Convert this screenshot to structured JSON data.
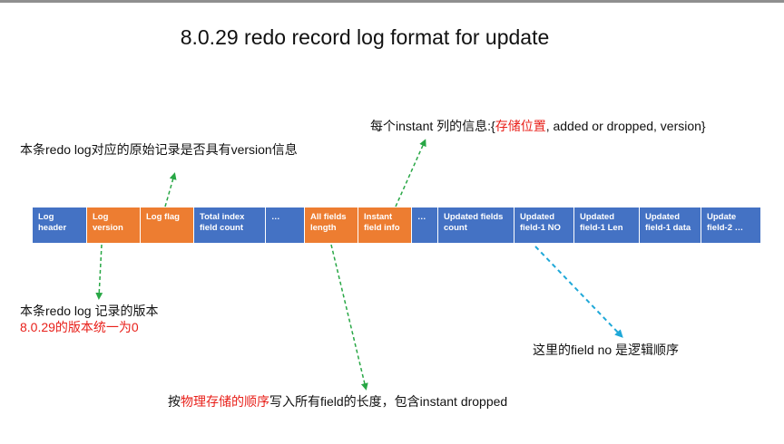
{
  "title": "8.0.29 redo record log format for update",
  "notes": {
    "top_left": "本条redo log对应的原始记录是否具有version信息",
    "top_right_prefix": "每个instant 列的信息:{",
    "top_right_red": "存储位置",
    "top_right_suffix": ", added or dropped, version}",
    "bottom_left_line1": "本条redo log 记录的版本",
    "bottom_left_line2": "8.0.29的版本统一为0",
    "bottom_right": "这里的field no 是逻辑顺序",
    "bottom_center_prefix": "按",
    "bottom_center_red": "物理存储的顺序",
    "bottom_center_suffix": "写入所有field的长度，包含instant dropped"
  },
  "colors": {
    "blue": "#4472c4",
    "orange": "#ed7d31",
    "arrow_green": "#28a745",
    "arrow_cyan": "#1fa8d8",
    "note_red": "#e8201a"
  },
  "cells": [
    {
      "label": "Log\nheader",
      "color": "blue"
    },
    {
      "label": "Log\nversion",
      "color": "orange"
    },
    {
      "label": "Log flag",
      "color": "orange"
    },
    {
      "label": "Total index\nfield count",
      "color": "blue"
    },
    {
      "label": "…",
      "color": "blue"
    },
    {
      "label": "All fields\nlength",
      "color": "orange"
    },
    {
      "label": "Instant\nfield info",
      "color": "orange"
    },
    {
      "label": "…",
      "color": "blue"
    },
    {
      "label": "Updated fields\ncount",
      "color": "blue"
    },
    {
      "label": "Updated\nfield-1 NO",
      "color": "blue"
    },
    {
      "label": "Updated\nfield-1 Len",
      "color": "blue"
    },
    {
      "label": "Updated\nfield-1 data",
      "color": "blue"
    },
    {
      "label": "Update\nfield-2 …",
      "color": "blue"
    }
  ]
}
